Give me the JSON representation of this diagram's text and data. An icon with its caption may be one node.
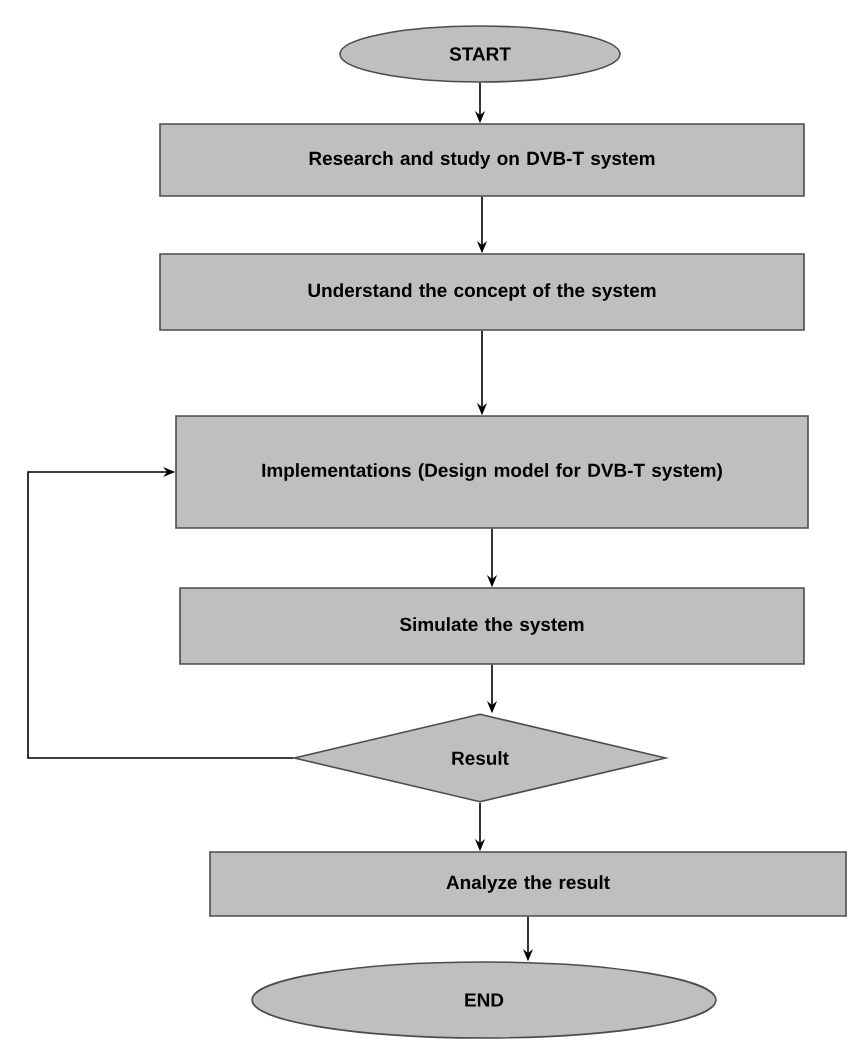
{
  "diagram": {
    "nodes": [
      {
        "text": [
          "START"
        ]
      },
      {
        "text": [
          "Research and study on DVB-T system"
        ]
      },
      {
        "text": [
          "Understand the concept of the system"
        ]
      },
      {
        "text": [
          "Implementations (Design model for DVB-T system)"
        ]
      },
      {
        "text": [
          "Simulate the system"
        ]
      },
      {
        "text": [
          "Result"
        ]
      },
      {
        "text": [
          "Analyze the result"
        ]
      },
      {
        "text": [
          "END"
        ]
      }
    ],
    "edges": [
      {
        "from": 0,
        "to": 1,
        "arrow": "to"
      },
      {
        "from": 1,
        "to": 2,
        "arrow": "to"
      },
      {
        "from": 2,
        "to": 3,
        "arrow": "to"
      },
      {
        "from": 3,
        "to": 4,
        "arrow": "to"
      },
      {
        "from": 4,
        "to": 5,
        "arrow": "to"
      },
      {
        "from": 5,
        "to": 3,
        "arrow": "to"
      },
      {
        "from": 5,
        "to": 6,
        "arrow": "to"
      },
      {
        "from": 6,
        "to": 7,
        "arrow": "to"
      }
    ]
  }
}
